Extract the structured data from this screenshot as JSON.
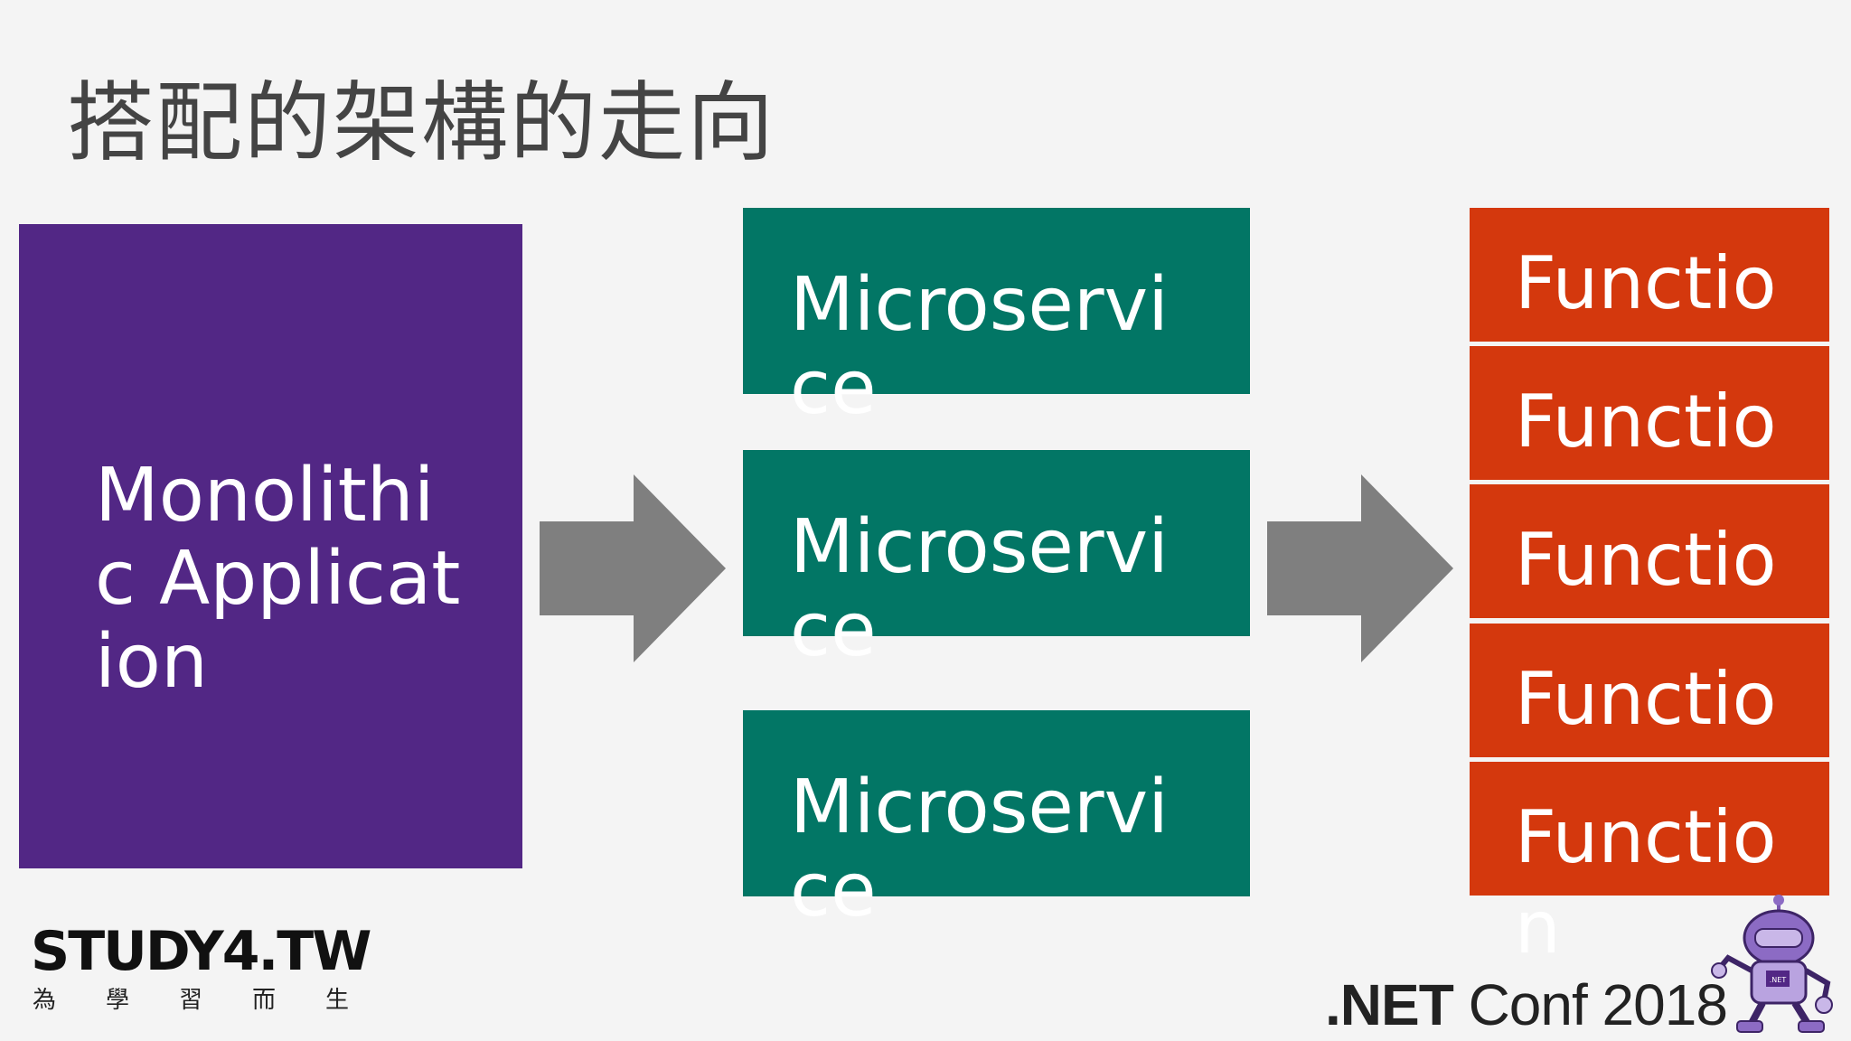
{
  "title": "搭配的架構的走向",
  "monolith": {
    "label": "Monolithic Application",
    "color": "#522785"
  },
  "microservices": [
    {
      "label": "Microservice"
    },
    {
      "label": "Microservice"
    },
    {
      "label": "Microservice"
    }
  ],
  "microservice_color": "#027665",
  "functions": [
    {
      "label": "Function"
    },
    {
      "label": "Function"
    },
    {
      "label": "Function"
    },
    {
      "label": "Function"
    },
    {
      "label": "Function"
    }
  ],
  "function_color": "#d4380d",
  "arrow_color": "#7f7f7f",
  "logos": {
    "study4": {
      "name": "STUDY4.TW",
      "tagline": [
        "為",
        "學",
        "習",
        "而",
        "生"
      ]
    },
    "netconf": {
      "name_bold": ".NET",
      "name_rest": " Conf 2018",
      "mascot_badge": ".NET"
    }
  }
}
